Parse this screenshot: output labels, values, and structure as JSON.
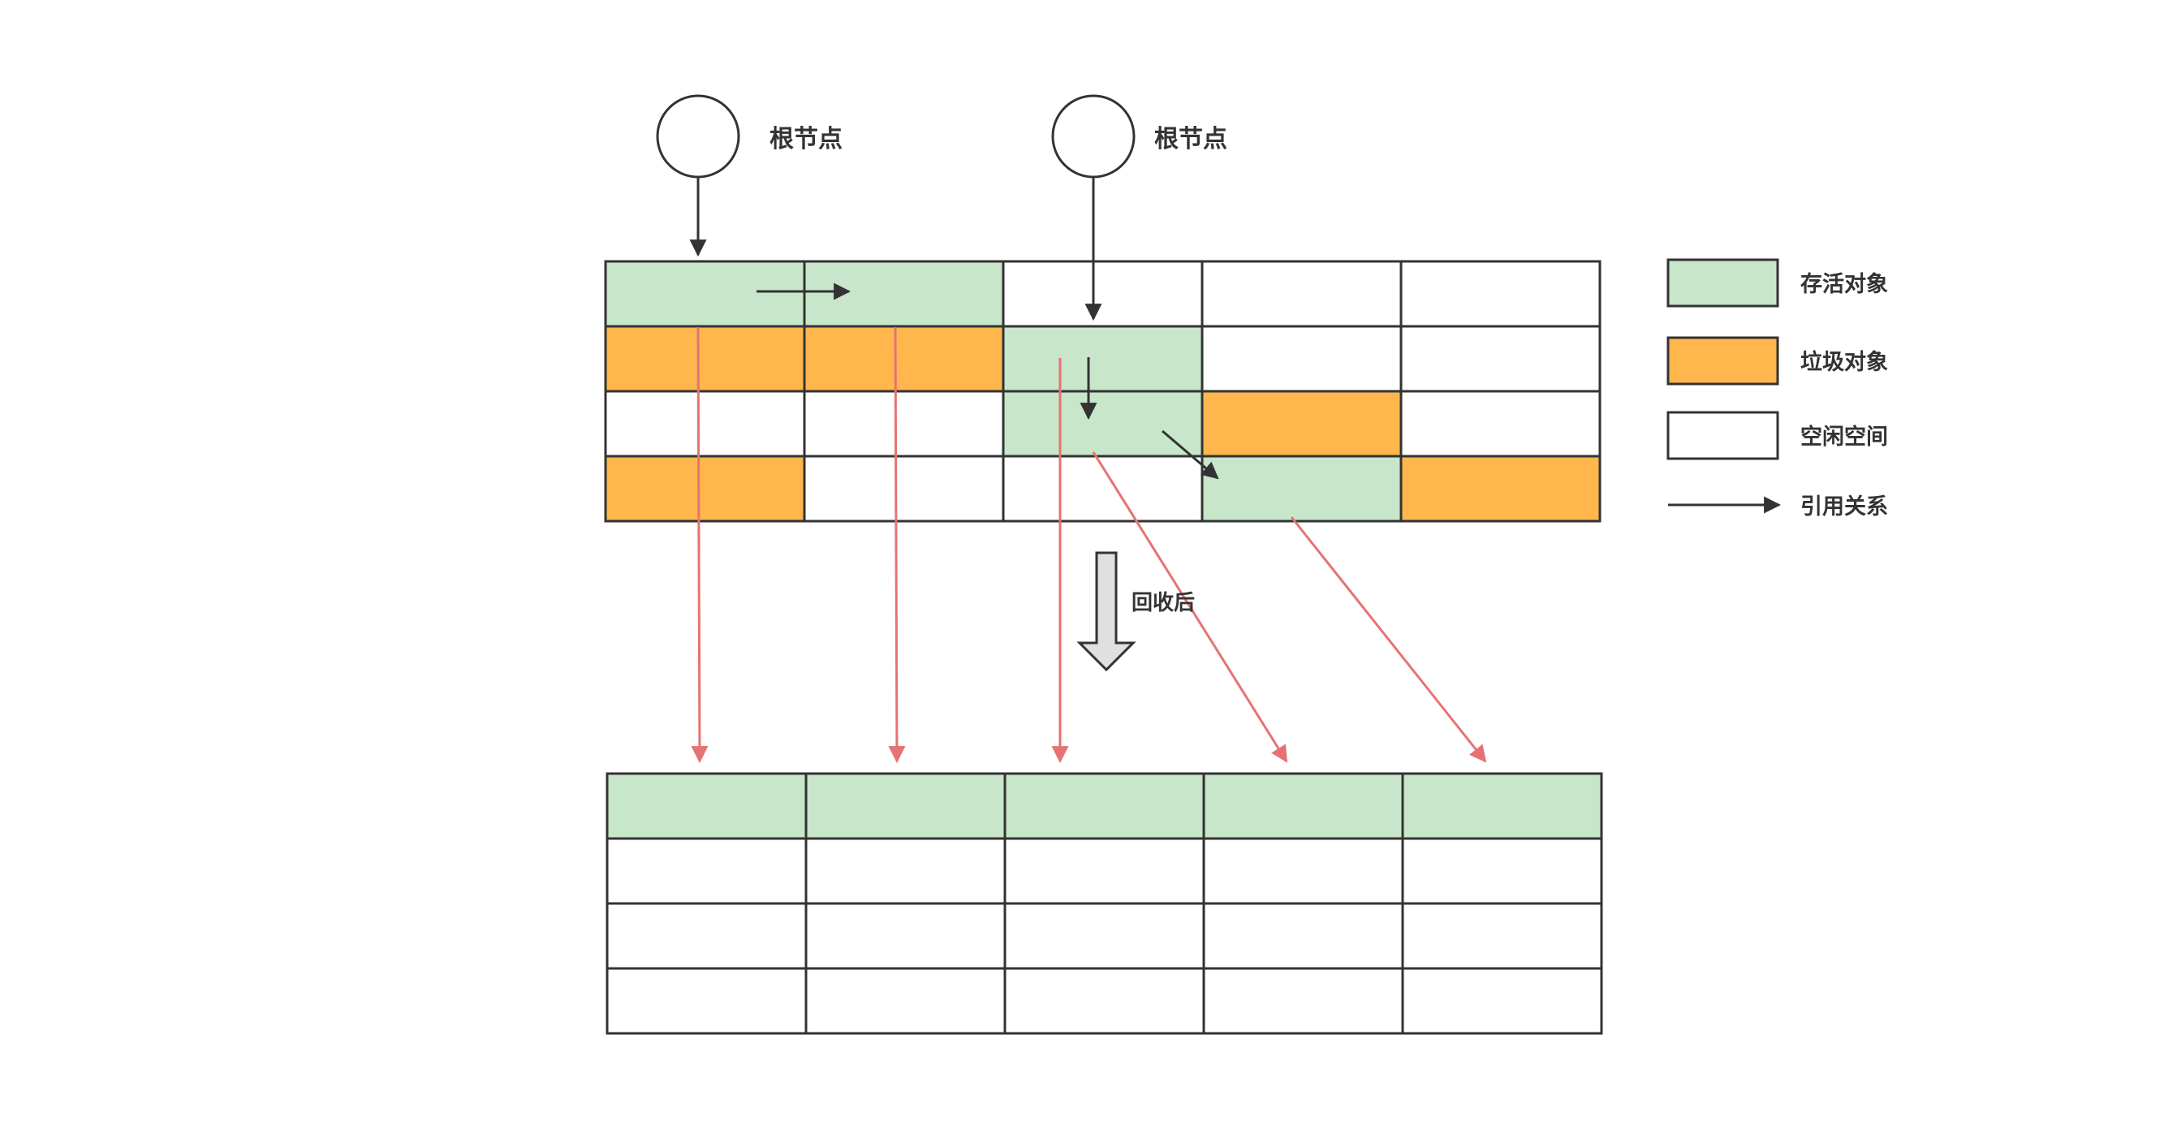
{
  "root_nodes": [
    {
      "label": "根节点"
    },
    {
      "label": "根节点"
    }
  ],
  "before_grid": {
    "rows": [
      [
        "live",
        "live",
        "free",
        "free",
        "free"
      ],
      [
        "garbage",
        "garbage",
        "live",
        "free",
        "free"
      ],
      [
        "free",
        "free",
        "live",
        "garbage",
        "free"
      ],
      [
        "garbage",
        "free",
        "free",
        "live",
        "garbage"
      ]
    ]
  },
  "after_grid": {
    "rows": [
      [
        "live",
        "live",
        "live",
        "live",
        "live"
      ],
      [
        "free",
        "free",
        "free",
        "free",
        "free"
      ],
      [
        "free",
        "free",
        "free",
        "free",
        "free"
      ],
      [
        "free",
        "free",
        "free",
        "free",
        "free"
      ]
    ]
  },
  "transition": {
    "label": "回收后"
  },
  "legend": [
    {
      "kind": "live",
      "label": "存活对象"
    },
    {
      "kind": "garbage",
      "label": "垃圾对象"
    },
    {
      "kind": "free",
      "label": "空闲空间"
    },
    {
      "kind": "reference",
      "label": "引用关系"
    }
  ],
  "colors": {
    "live": "#c8e6c9",
    "garbage": "#ffb74d",
    "free": "#ffffff",
    "border": "#333333",
    "reference": "#333333",
    "move": "#e57373",
    "transition_arrow": "#e0e0e0"
  }
}
